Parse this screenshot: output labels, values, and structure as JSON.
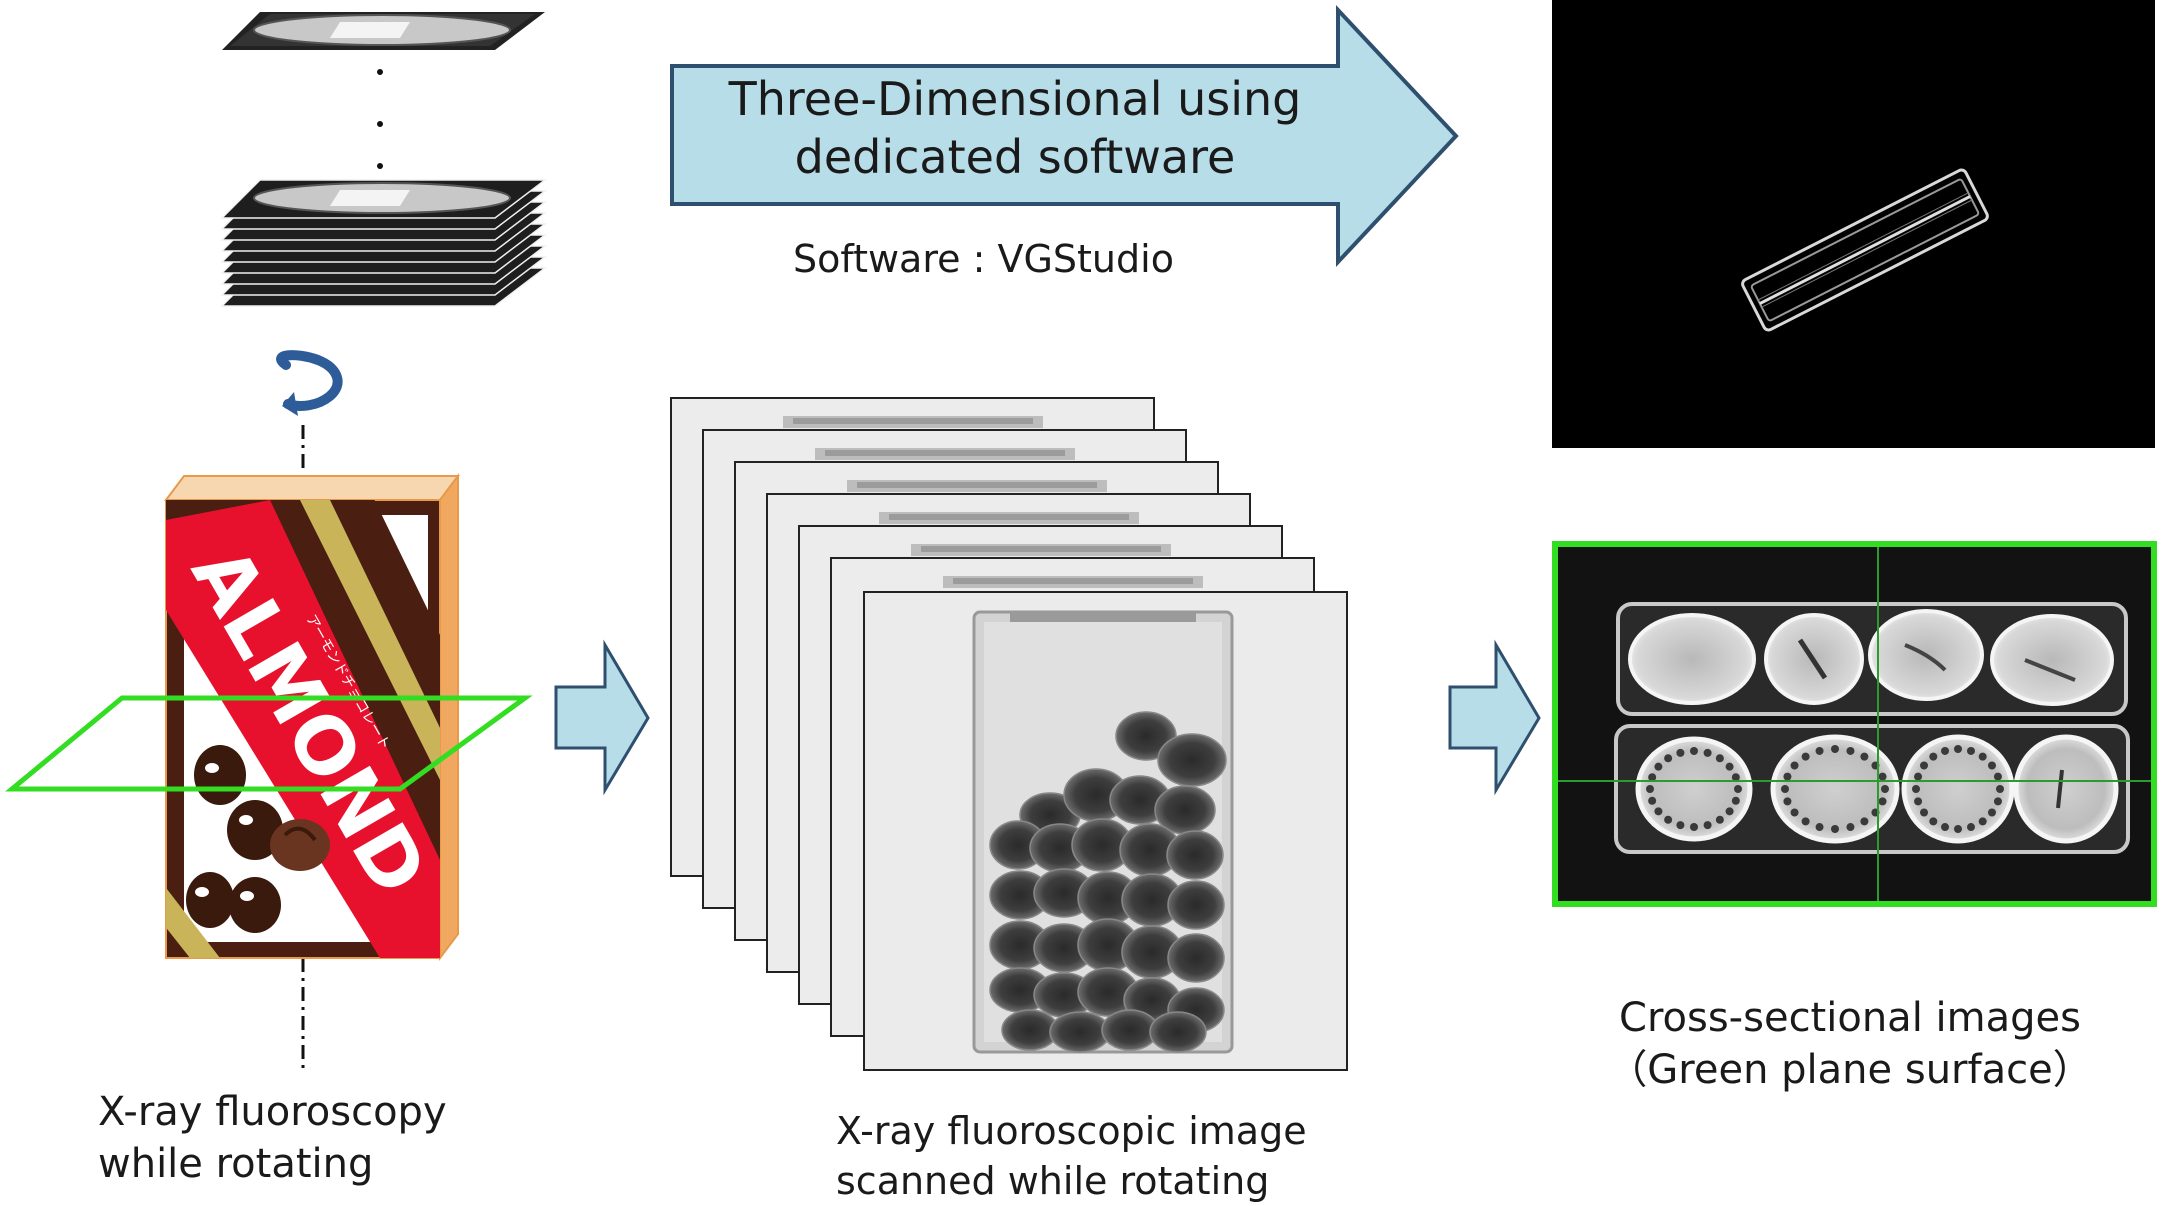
{
  "arrow_label": {
    "line1": "Three-Dimensional using",
    "line2": "dedicated software"
  },
  "software_label": "Software : VGStudio",
  "left_caption": {
    "line1": "X-ray fluoroscopy",
    "line2": "while rotating"
  },
  "middle_caption": {
    "line1": "X-ray fluoroscopic image",
    "line2": "scanned while rotating"
  },
  "right_caption": {
    "line1": "Cross-sectional images",
    "line2": "（Green plane surface）"
  },
  "box": {
    "brand": "ALMOND",
    "subtitle": "アーモンドチョコレート"
  },
  "colors": {
    "arrow_fill": "#b7dde8",
    "arrow_stroke": "#2f4f6e",
    "highlight_green": "#33dd22",
    "box_red": "#e8112d",
    "box_brown": "#4a1e10"
  },
  "icons": {
    "rotation": "rotate-arrow-icon",
    "flow_arrow": "right-arrow-icon"
  }
}
